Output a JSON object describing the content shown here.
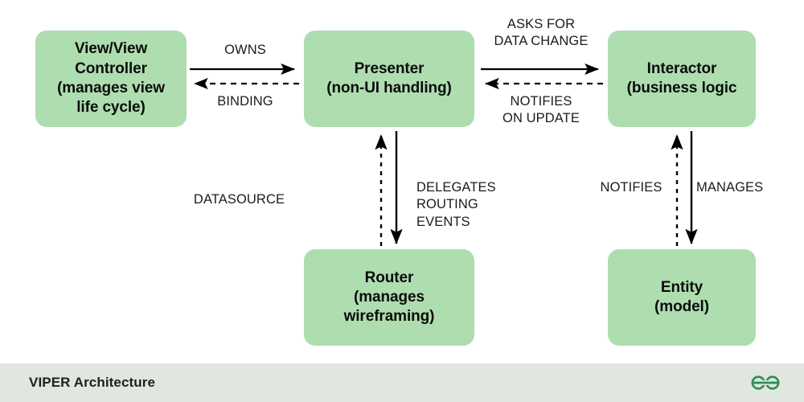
{
  "diagram": {
    "title": "VIPER Architecture",
    "palette": {
      "node_fill": "#aeddaf",
      "footer_bg": "#dfe7de",
      "text": "#0b0b0b",
      "arrow": "#000000",
      "logo_green": "#2f8d56"
    },
    "nodes": [
      {
        "id": "view",
        "label": "View/View\nController\n(manages view\nlife cycle)"
      },
      {
        "id": "presenter",
        "label": "Presenter\n(non-UI handling)"
      },
      {
        "id": "interactor",
        "label": "Interactor\n(business logic"
      },
      {
        "id": "router",
        "label": "Router\n(manages\nwireframing)"
      },
      {
        "id": "entity",
        "label": "Entity\n(model)"
      }
    ],
    "edges": [
      {
        "id": "owns",
        "label": "OWNS",
        "from": "presenter",
        "to": "view",
        "style": "solid",
        "direction": "right"
      },
      {
        "id": "binding",
        "label": "BINDING",
        "from": "presenter",
        "to": "view",
        "style": "dashed",
        "direction": "left"
      },
      {
        "id": "asks",
        "label": "ASKS FOR\nDATA CHANGE",
        "from": "presenter",
        "to": "interactor",
        "style": "solid",
        "direction": "right"
      },
      {
        "id": "notifies_up",
        "label": "NOTIFIES\nON UPDATE",
        "from": "interactor",
        "to": "presenter",
        "style": "dashed",
        "direction": "left"
      },
      {
        "id": "datasource",
        "label": "DATASOURCE",
        "from": "router",
        "to": "presenter",
        "style": "dashed",
        "direction": "up"
      },
      {
        "id": "delegates",
        "label": "DELEGATES\nROUTING\nEVENTS",
        "from": "presenter",
        "to": "router",
        "style": "solid",
        "direction": "down"
      },
      {
        "id": "notifies",
        "label": "NOTIFIES",
        "from": "entity",
        "to": "interactor",
        "style": "dashed",
        "direction": "up"
      },
      {
        "id": "manages",
        "label": "MANAGES",
        "from": "interactor",
        "to": "entity",
        "style": "solid",
        "direction": "down"
      }
    ],
    "footer": {
      "title": "VIPER Architecture",
      "logo_name": "geeksforgeeks-logo"
    }
  }
}
